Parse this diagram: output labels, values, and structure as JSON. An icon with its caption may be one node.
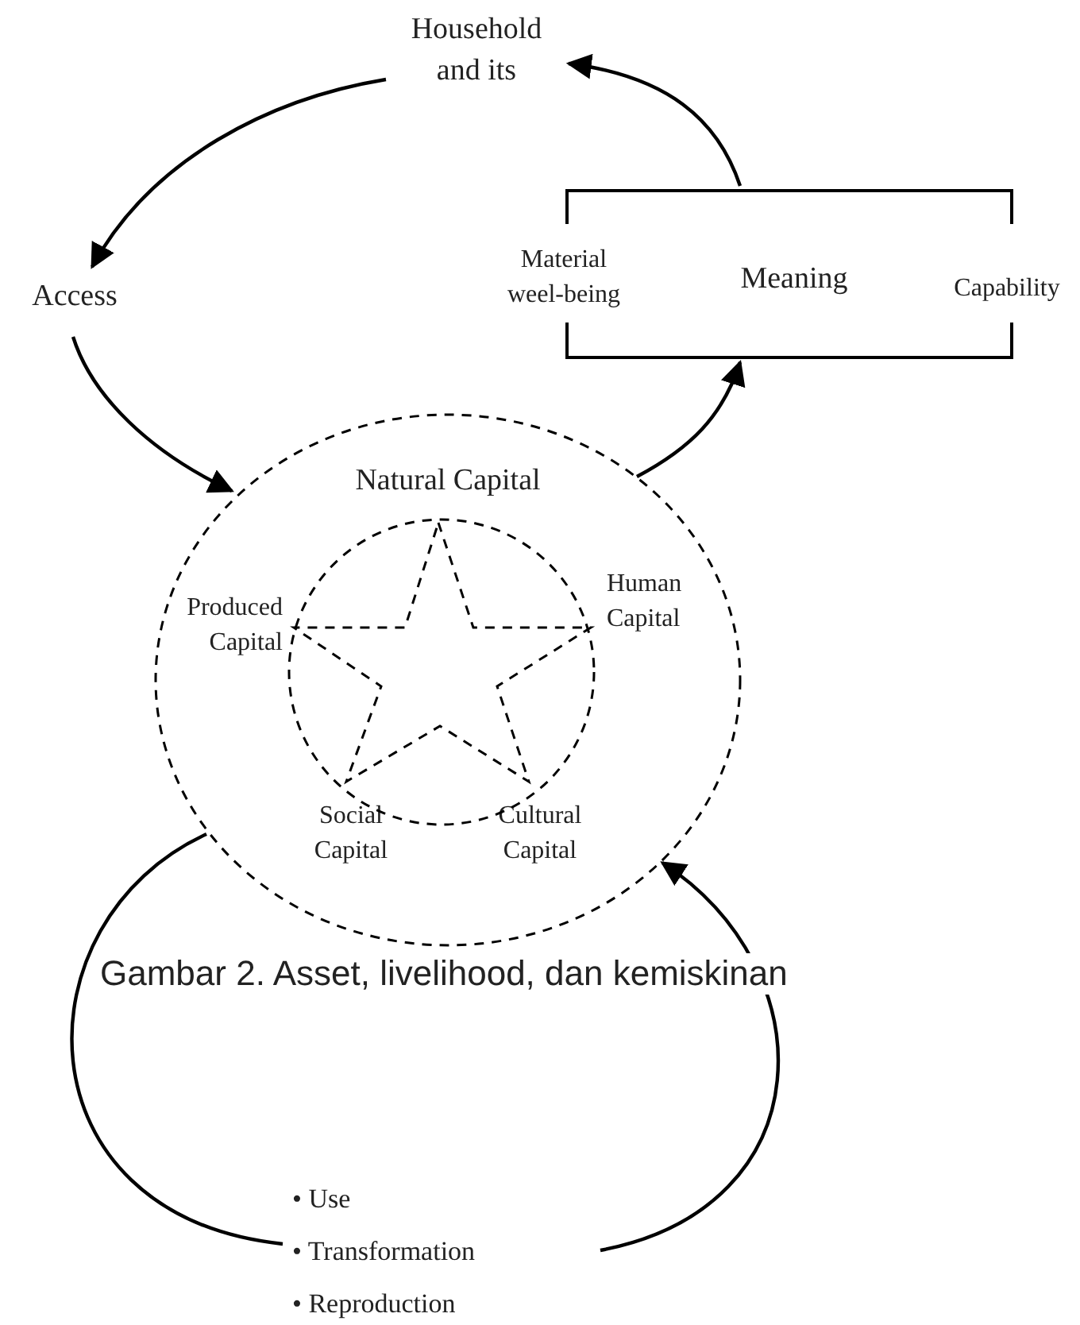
{
  "diagram": {
    "caption": "Gambar 2. Asset, livelihood, dan kemiskinan",
    "nodes": [
      {
        "text": [
          "Household and its"
        ]
      },
      {
        "text": [
          "Access"
        ]
      },
      {
        "text": [
          "Natural Capital",
          "Produced Capital",
          "Human Capital",
          "Social Capital",
          "Cultural Capital"
        ]
      },
      {
        "text": [],
        "shape": "circle",
        "in": 2
      },
      {
        "text": [
          "Material weel-being",
          "Meaning",
          "Capability"
        ]
      },
      {
        "text": [
          "• Use",
          "• Transformation",
          "• Reproduction"
        ]
      }
    ],
    "edges": [
      {
        "from": 0,
        "to": 1,
        "arrow": "to"
      },
      {
        "from": 1,
        "to": 2,
        "arrow": "to"
      },
      {
        "from": 2,
        "to": 4,
        "arrow": "to"
      },
      {
        "from": 4,
        "to": 0,
        "arrow": "to"
      },
      {
        "from": 2,
        "to": 5,
        "arrow": "none"
      },
      {
        "from": 5,
        "to": 2,
        "arrow": "to"
      }
    ]
  }
}
